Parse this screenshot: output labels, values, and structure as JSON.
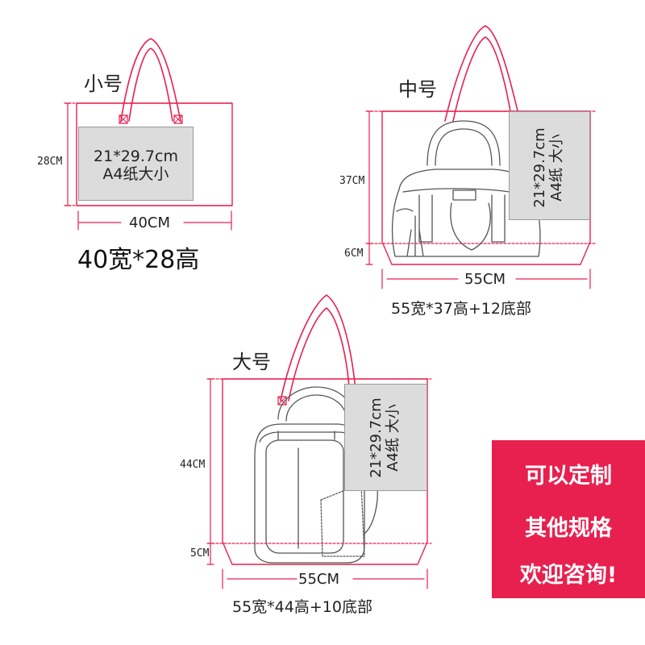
{
  "small": {
    "name": "小号",
    "height_label": "28CM",
    "width_label": "40CM",
    "a4_line1": "21*29.7cm",
    "a4_line2": "A4纸大小",
    "spec": "40宽*28高"
  },
  "medium": {
    "name": "中号",
    "height_label": "37CM",
    "bottom_label": "6CM",
    "width_label": "55CM",
    "a4_line1": "21*29.7cm",
    "a4_line2": "A4纸 大小",
    "spec": "55宽*37高+12底部"
  },
  "large": {
    "name": "大号",
    "height_label": "44CM",
    "bottom_label": "5CM",
    "width_label": "55CM",
    "a4_line1": "21*29.7cm",
    "a4_line2": "A4纸 大小",
    "spec": "55宽*44高+10底部"
  },
  "promo": {
    "line1": "可以定制",
    "line2": "其他规格",
    "line3": "欢迎咨询!"
  },
  "colors": {
    "outline_red": "#e8204f",
    "promo_bg": "#e8204f",
    "a4_fill": "#dcdcdc"
  }
}
